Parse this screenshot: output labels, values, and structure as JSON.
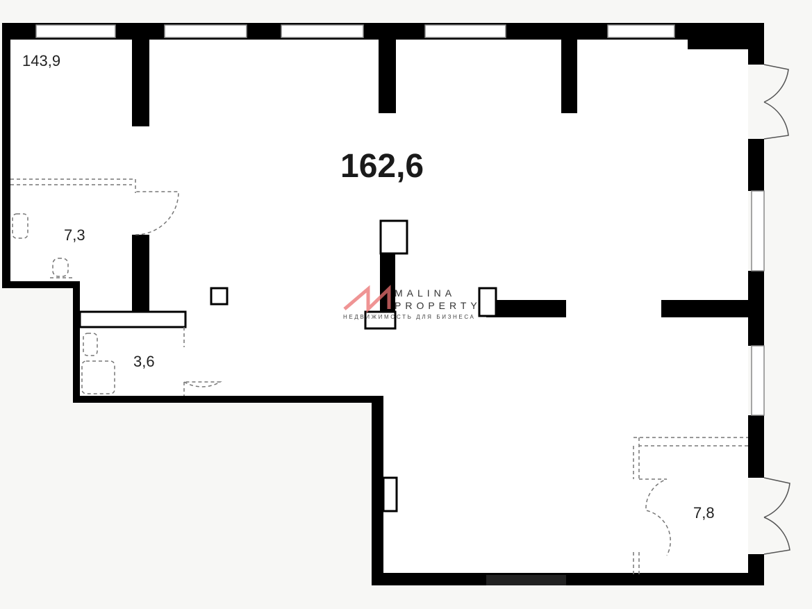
{
  "rooms": [
    {
      "id": "hall-a",
      "area": "143,9"
    },
    {
      "id": "main",
      "area": "162,6"
    },
    {
      "id": "wc-1",
      "area": "7,3"
    },
    {
      "id": "wc-2",
      "area": "3,6"
    },
    {
      "id": "room-se",
      "area": "7,8"
    }
  ],
  "watermark": {
    "line1": "MALINA",
    "line2": "PROPERTY",
    "line3": "НЕДВИЖИМОСТЬ ДЛЯ БИЗНЕСА",
    "color": "#e05a5a"
  }
}
